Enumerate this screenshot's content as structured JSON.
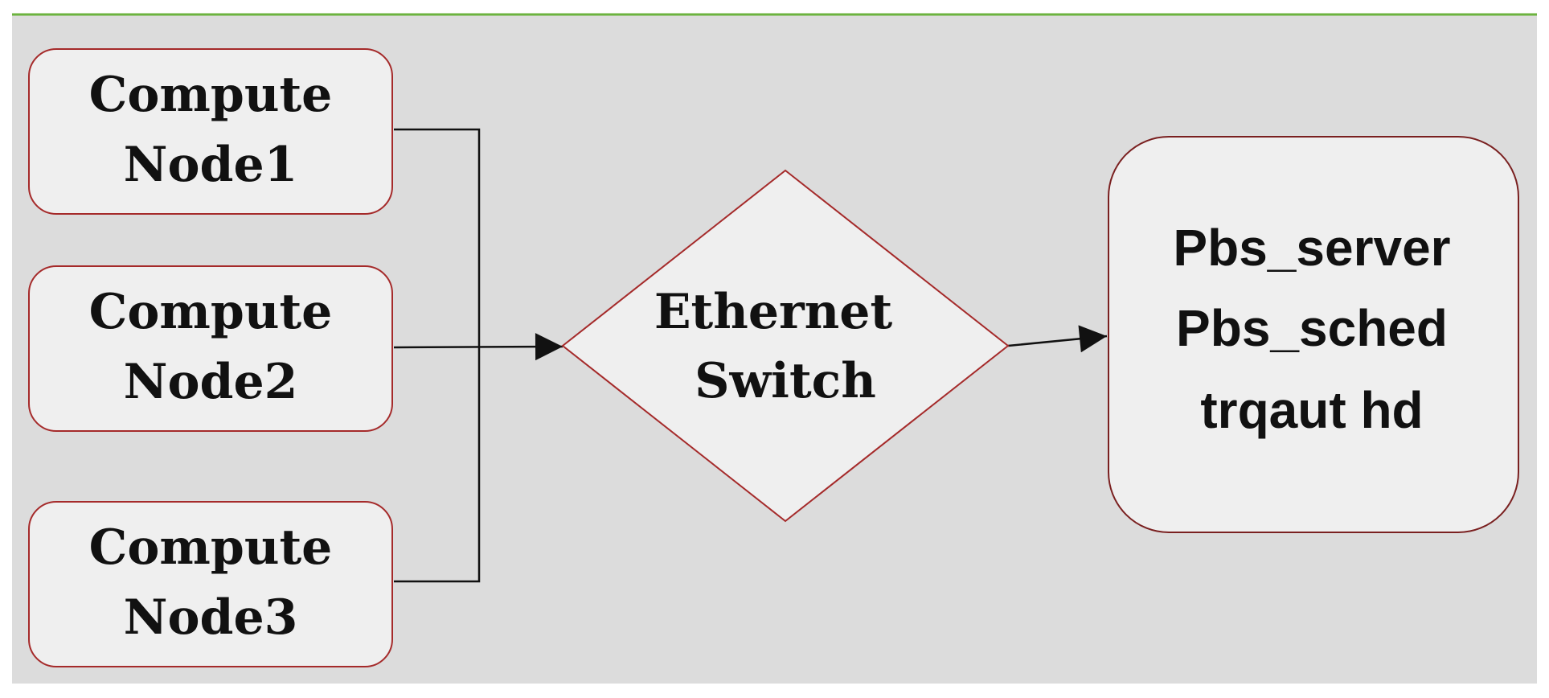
{
  "colors": {
    "canvas": "#dcdcdc",
    "top_line": "#6cb33f",
    "node_fill": "#efefef",
    "node_border": "#a52a2a",
    "connector": "#111111"
  },
  "compute_nodes": [
    {
      "line1": "Compute",
      "line2": "Node1"
    },
    {
      "line1": "Compute",
      "line2": "Node2"
    },
    {
      "line1": "Compute",
      "line2": "Node3"
    }
  ],
  "switch": {
    "line1": "Ethernet",
    "line2": "Switch"
  },
  "server": {
    "lines": [
      "Pbs_server",
      "Pbs_sched",
      "trqaut hd"
    ]
  }
}
